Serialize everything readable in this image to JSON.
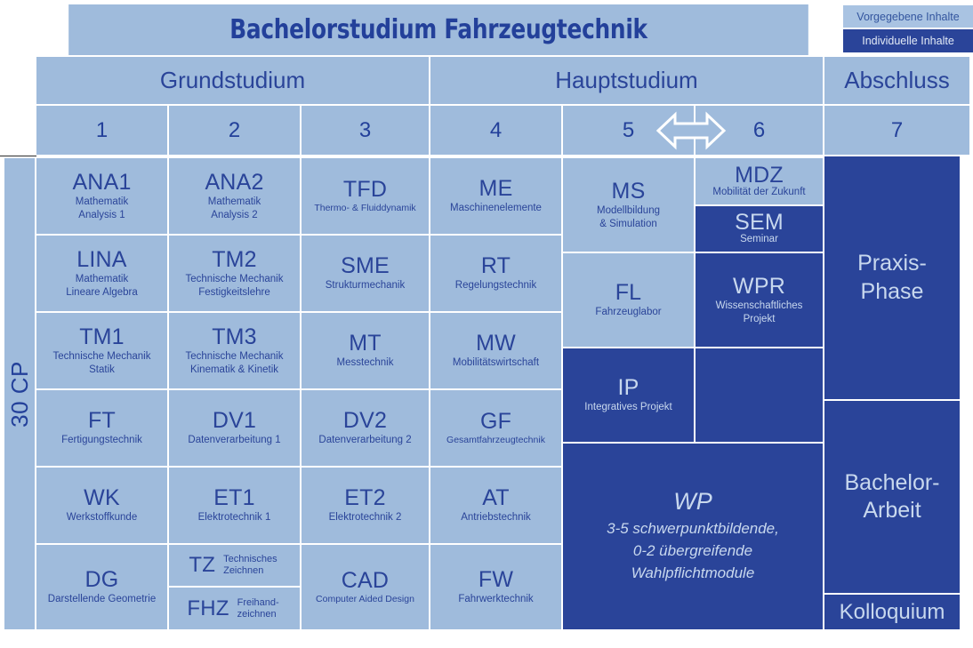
{
  "header": {
    "title": "Bachelorstudium Fahrzeugtechnik",
    "phases": [
      {
        "label": "Grundstudium"
      },
      {
        "label": "Hauptstudium"
      },
      {
        "label": "Abschluss"
      }
    ],
    "semesters": [
      "1",
      "2",
      "3",
      "4",
      "5",
      "6",
      "7"
    ],
    "swap_arrow": "double-arrow-between-semester-5-and-6"
  },
  "legend": {
    "predefined": "Vorgegebene Inhalte",
    "individual": "Individuelle Inhalte",
    "predefined_color": "#A9C3E2",
    "individual_color": "#2A4499"
  },
  "credits": {
    "label": "30 CP"
  },
  "colors": {
    "light_cell": "#9FBBDC",
    "dark_cell": "#2A4499",
    "light_text": "#2A4499",
    "dark_text": "#C8D8EE",
    "grid_line": "#FFFFFF"
  },
  "modules": {
    "sem1": [
      {
        "code": "ANA1",
        "desc": "Mathematik\nAnalysis 1",
        "type": "predefined"
      },
      {
        "code": "LINA",
        "desc": "Mathematik\nLineare Algebra",
        "type": "predefined"
      },
      {
        "code": "TM1",
        "desc": "Technische Mechanik\nStatik",
        "type": "predefined"
      },
      {
        "code": "FT",
        "desc": "Fertigungstechnik",
        "type": "predefined"
      },
      {
        "code": "WK",
        "desc": "Werkstoffkunde",
        "type": "predefined"
      },
      {
        "code": "DG",
        "desc": "Darstellende Geometrie",
        "type": "predefined"
      }
    ],
    "sem2": [
      {
        "code": "ANA2",
        "desc": "Mathematik\nAnalysis 2",
        "type": "predefined"
      },
      {
        "code": "TM2",
        "desc": "Technische Mechanik\nFestigkeitslehre",
        "type": "predefined"
      },
      {
        "code": "TM3",
        "desc": "Technische Mechanik\nKinematik & Kinetik",
        "type": "predefined"
      },
      {
        "code": "DV1",
        "desc": "Datenverarbeitung 1",
        "type": "predefined"
      },
      {
        "code": "ET1",
        "desc": "Elektrotechnik 1",
        "type": "predefined"
      },
      {
        "code": "TZ",
        "desc": "Technisches\nZeichnen",
        "type": "predefined"
      },
      {
        "code": "FHZ",
        "desc": "Freihand-\nzeichnen",
        "type": "predefined"
      }
    ],
    "sem3": [
      {
        "code": "TFD",
        "desc": "Thermo- & Fluiddynamik",
        "type": "predefined"
      },
      {
        "code": "SME",
        "desc": "Strukturmechanik",
        "type": "predefined"
      },
      {
        "code": "MT",
        "desc": "Messtechnik",
        "type": "predefined"
      },
      {
        "code": "DV2",
        "desc": "Datenverarbeitung 2",
        "type": "predefined"
      },
      {
        "code": "ET2",
        "desc": "Elektrotechnik 2",
        "type": "predefined"
      },
      {
        "code": "CAD",
        "desc": "Computer Aided Design",
        "type": "predefined"
      }
    ],
    "sem4": [
      {
        "code": "ME",
        "desc": "Maschinenelemente",
        "type": "predefined"
      },
      {
        "code": "RT",
        "desc": "Regelungstechnik",
        "type": "predefined"
      },
      {
        "code": "MW",
        "desc": "Mobilitätswirtschaft",
        "type": "predefined"
      },
      {
        "code": "GF",
        "desc": "Gesamtfahrzeugtechnik",
        "type": "predefined"
      },
      {
        "code": "AT",
        "desc": "Antriebstechnik",
        "type": "predefined"
      },
      {
        "code": "FW",
        "desc": "Fahrwerktechnik",
        "type": "predefined"
      }
    ],
    "sem5": [
      {
        "code": "MS",
        "desc": "Modellbildung\n& Simulation",
        "type": "predefined"
      },
      {
        "code": "FL",
        "desc": "Fahrzeuglabor",
        "type": "predefined"
      },
      {
        "code": "IP",
        "desc": "Integratives Projekt",
        "type": "individual"
      }
    ],
    "sem6": [
      {
        "code": "MDZ",
        "desc": "Mobilität der Zukunft",
        "type": "predefined"
      },
      {
        "code": "SEM",
        "desc": "Seminar",
        "type": "individual"
      },
      {
        "code": "WPR",
        "desc": "Wissenschaftliches\nProjekt",
        "type": "individual"
      }
    ],
    "elective": {
      "code": "WP",
      "desc": "3-5 schwerpunktbildende,\n0-2 übergreifende\nWahlpflichtmodule",
      "type": "individual"
    },
    "sem7": [
      {
        "code": "Praxis-\nPhase",
        "type": "individual"
      },
      {
        "code": "Bachelor-\nArbeit",
        "type": "individual"
      },
      {
        "code": "Kolloquium",
        "type": "individual"
      }
    ]
  }
}
